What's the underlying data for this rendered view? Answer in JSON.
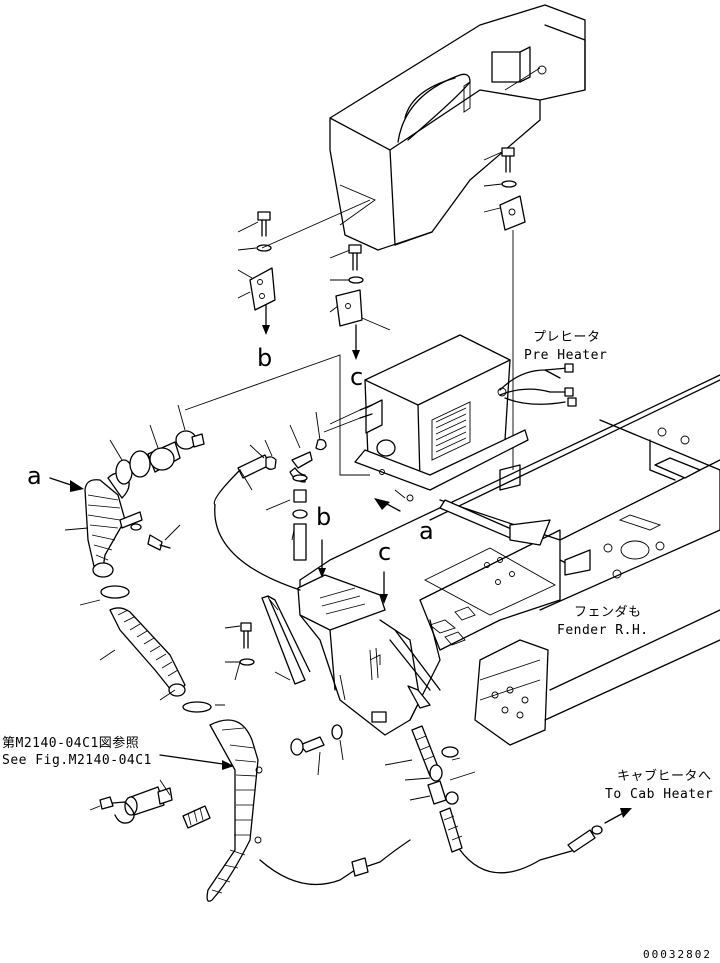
{
  "callouts": {
    "a_left": "a",
    "a_right": "a",
    "b_top": "b",
    "b_mid": "b",
    "c_top": "c",
    "c_mid": "c"
  },
  "labels": {
    "preheater_jp": "プレヒータ",
    "preheater_en": "Pre Heater",
    "fender_jp": "フェンダも",
    "fender_en": "Fender R.H.",
    "fig_ref_jp": "第M2140-04C1図参照",
    "fig_ref_en": "See Fig.M2140-04C1",
    "cab_heater_jp": "キャブヒータへ",
    "cab_heater_en": "To Cab Heater"
  },
  "drawing_number": "00032802"
}
